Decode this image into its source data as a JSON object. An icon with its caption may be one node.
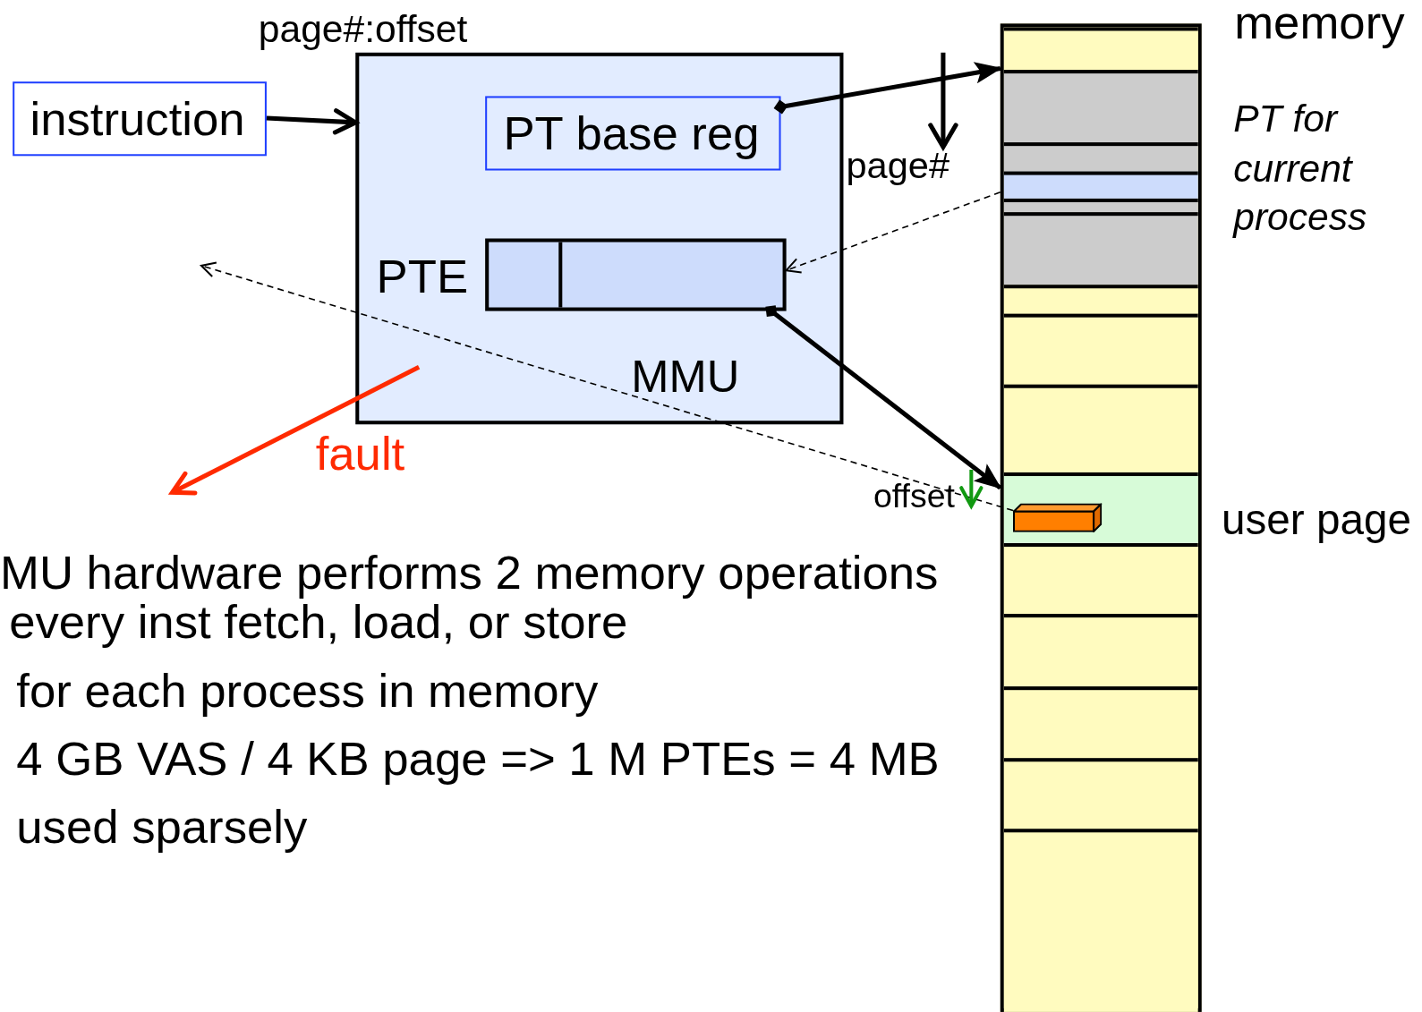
{
  "diagram": {
    "nodes": [
      {
        "text": [
          "instruction"
        ]
      },
      {
        "text": [
          "MMU"
        ]
      },
      {
        "text": [
          "PT base reg"
        ],
        "in": 1
      },
      {
        "text": [
          "PTE"
        ],
        "in": 1
      },
      {
        "text": [
          "memory"
        ]
      },
      {
        "text": [],
        "shape": "box",
        "in": 4
      },
      {
        "text": [],
        "shape": "box",
        "in": 4
      },
      {
        "text": [],
        "shape": "box",
        "in": 4
      },
      {
        "text": [],
        "shape": "box",
        "in": 4
      },
      {
        "text": [],
        "shape": "box",
        "in": 4
      },
      {
        "text": [],
        "shape": "box",
        "in": 4
      },
      {
        "text": [],
        "shape": "box",
        "in": 4
      },
      {
        "text": [],
        "shape": "box",
        "in": 4
      },
      {
        "text": [],
        "shape": "box",
        "in": 4
      },
      {
        "text": [],
        "shape": "box",
        "in": 4,
        "beside": [
          "user page"
        ]
      },
      {
        "text": [],
        "shape": "box",
        "in": 14
      },
      {
        "text": [],
        "shape": "box",
        "in": 4
      },
      {
        "text": [],
        "shape": "box",
        "in": 4
      },
      {
        "text": [],
        "shape": "box",
        "in": 4
      },
      {
        "text": [],
        "shape": "box",
        "in": 4
      },
      {
        "text": [],
        "shape": "box",
        "in": 4
      }
    ],
    "edges": [
      {
        "from": 0,
        "to": 1,
        "arrow": "to"
      },
      {
        "from": 2,
        "to": 6,
        "arrow": "to"
      },
      {
        "from": 8,
        "to": 3,
        "arrow": "to",
        "style": "dashed"
      },
      {
        "from": 3,
        "to": 14,
        "arrow": "to"
      },
      {
        "from": 15,
        "to": null,
        "arrow": "to",
        "style": "dashed"
      },
      {
        "from": 1,
        "to": null,
        "arrow": "to",
        "color": "#ff2a00",
        "label": "fault"
      }
    ],
    "labels": [
      "page#:offset",
      "page#",
      "PT for current process",
      "offset",
      "MU hardware performs 2 memory operations",
      "every inst fetch, load, or store",
      "for each process in memory",
      "4 GB VAS / 4 KB page => 1 M PTEs = 4 MB",
      "used sparsely"
    ]
  }
}
